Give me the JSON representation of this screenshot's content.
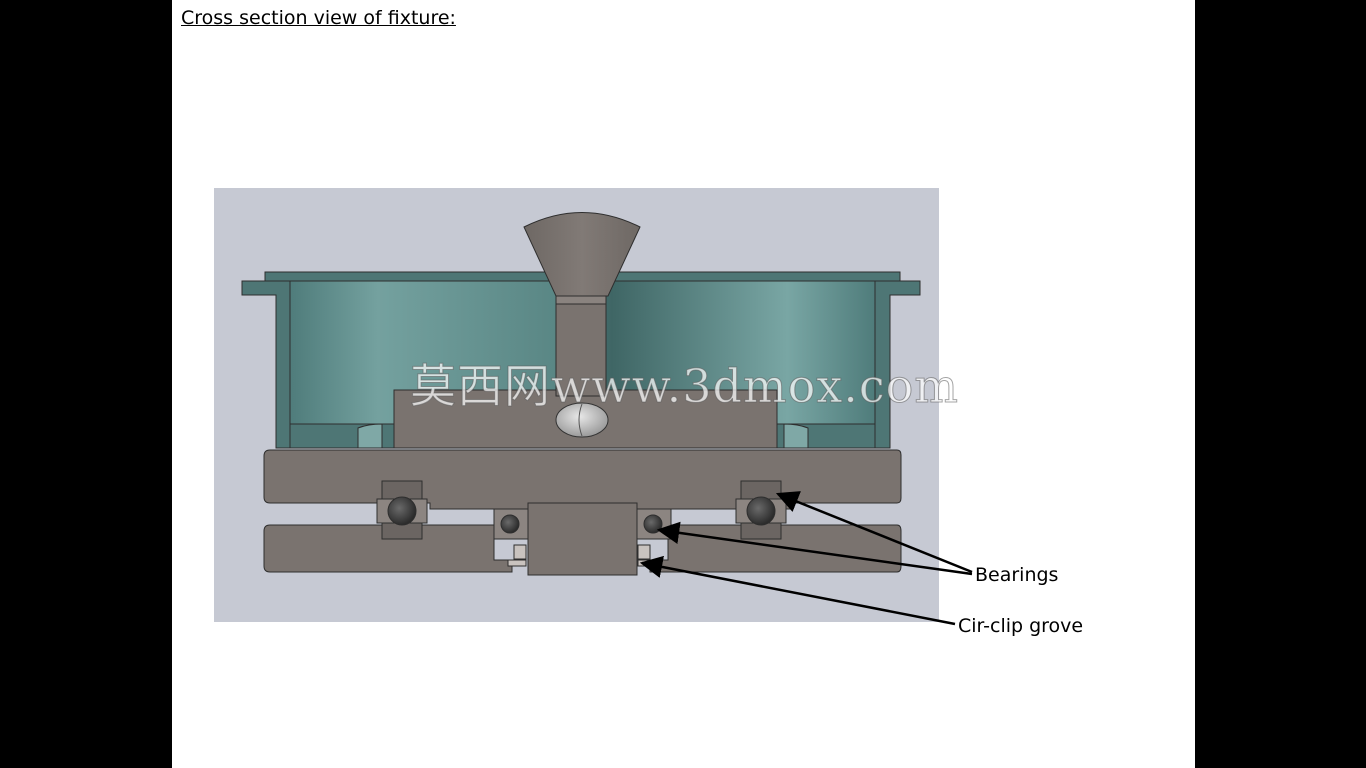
{
  "slide": {
    "title": "Cross section view of fixture:"
  },
  "diagram": {
    "labels": {
      "bearings": "Bearings",
      "circlip": "Cir-clip grove"
    },
    "watermark": "莫西网www.3dmox.com",
    "colors": {
      "background_panel": "#c6c9d3",
      "body_gray": "#7a736f",
      "bowl_teal": "#5f8e8c",
      "bowl_teal_light": "#7fa8a6",
      "rim_teal": "#4e7675",
      "outline": "#2e2e2e"
    }
  }
}
